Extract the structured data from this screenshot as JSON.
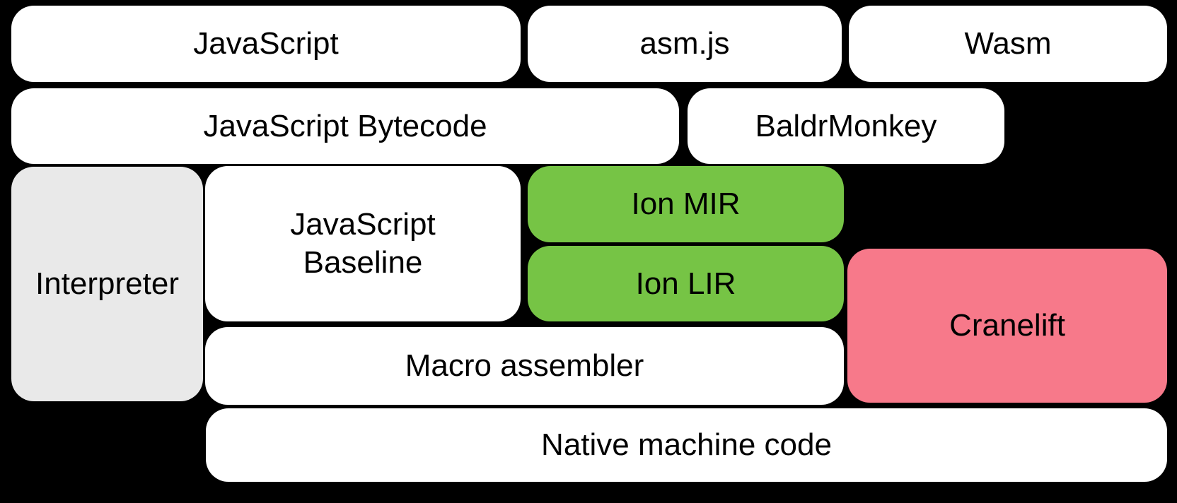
{
  "colors": {
    "background": "#000000",
    "white": "#ffffff",
    "green": "#76c445",
    "pink": "#f7798a",
    "gray": "#e9e9e9",
    "text": "#000000"
  },
  "nodes": {
    "javascript": {
      "label": "JavaScript",
      "fill": "white"
    },
    "asmjs": {
      "label": "asm.js",
      "fill": "white"
    },
    "wasm": {
      "label": "Wasm",
      "fill": "white"
    },
    "bytecode": {
      "label": "JavaScript Bytecode",
      "fill": "white"
    },
    "baldrmonkey": {
      "label": "BaldrMonkey",
      "fill": "white"
    },
    "interpreter": {
      "label": "Interpreter",
      "fill": "gray"
    },
    "baseline": {
      "label": "JavaScript Baseline",
      "fill": "white"
    },
    "ionmir": {
      "label": "Ion MIR",
      "fill": "green"
    },
    "ionlir": {
      "label": "Ion LIR",
      "fill": "green"
    },
    "cranelift": {
      "label": "Cranelift",
      "fill": "pink"
    },
    "macroassembler": {
      "label": "Macro assembler",
      "fill": "white"
    },
    "nativecode": {
      "label": "Native machine code",
      "fill": "white"
    }
  }
}
